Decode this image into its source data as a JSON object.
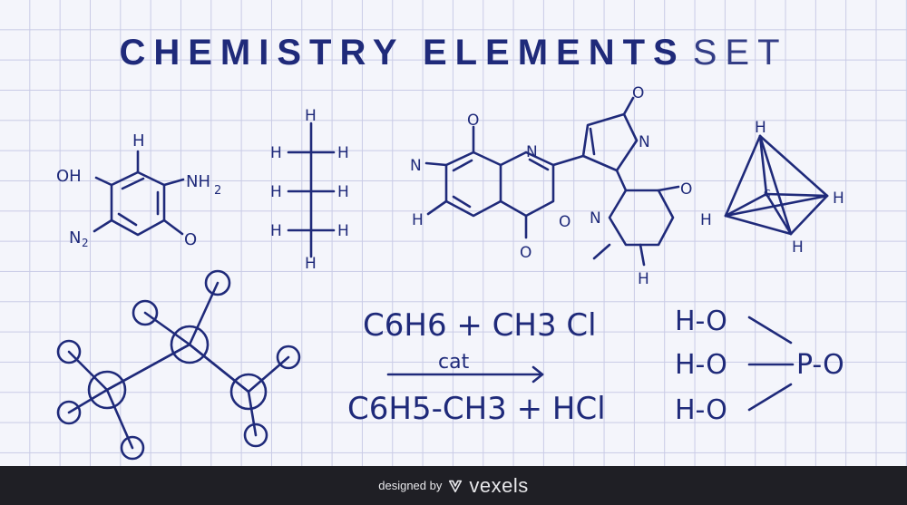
{
  "title": {
    "bold": "CHEMISTRY ELEMENTS",
    "light": "SET"
  },
  "molecule1": {
    "h_top": "H",
    "oh": "OH",
    "nh2": "NH",
    "nh2_sub": "2",
    "n2": "N",
    "n2_sub": "2",
    "o": "O"
  },
  "molecule2": {
    "h": "H"
  },
  "molecule3": {
    "o_top": "O",
    "n_ring": "N",
    "n_left": "N",
    "h_left": "H",
    "o_bottom": "O",
    "o_ring": "O",
    "o_right_top": "O",
    "n_right": "N",
    "n_lower": "N",
    "o_lower": "O",
    "h_lower": "H"
  },
  "molecule4": {
    "h_top": "H",
    "c": "C",
    "h_left": "H",
    "h_right": "H",
    "h_bottom": "H"
  },
  "equation": {
    "reactants": "C6H6 + CH3 Cl",
    "catalyst": "cat",
    "products": "C6H5-CH3 + HCl"
  },
  "phosphoric": {
    "row1": "H-O",
    "row2": "H-O",
    "row3": "H-O",
    "center": "P-O"
  },
  "footer": {
    "designed_by": "designed by",
    "brand": "vexels",
    "logo_icon": "vexels-logo-icon"
  }
}
